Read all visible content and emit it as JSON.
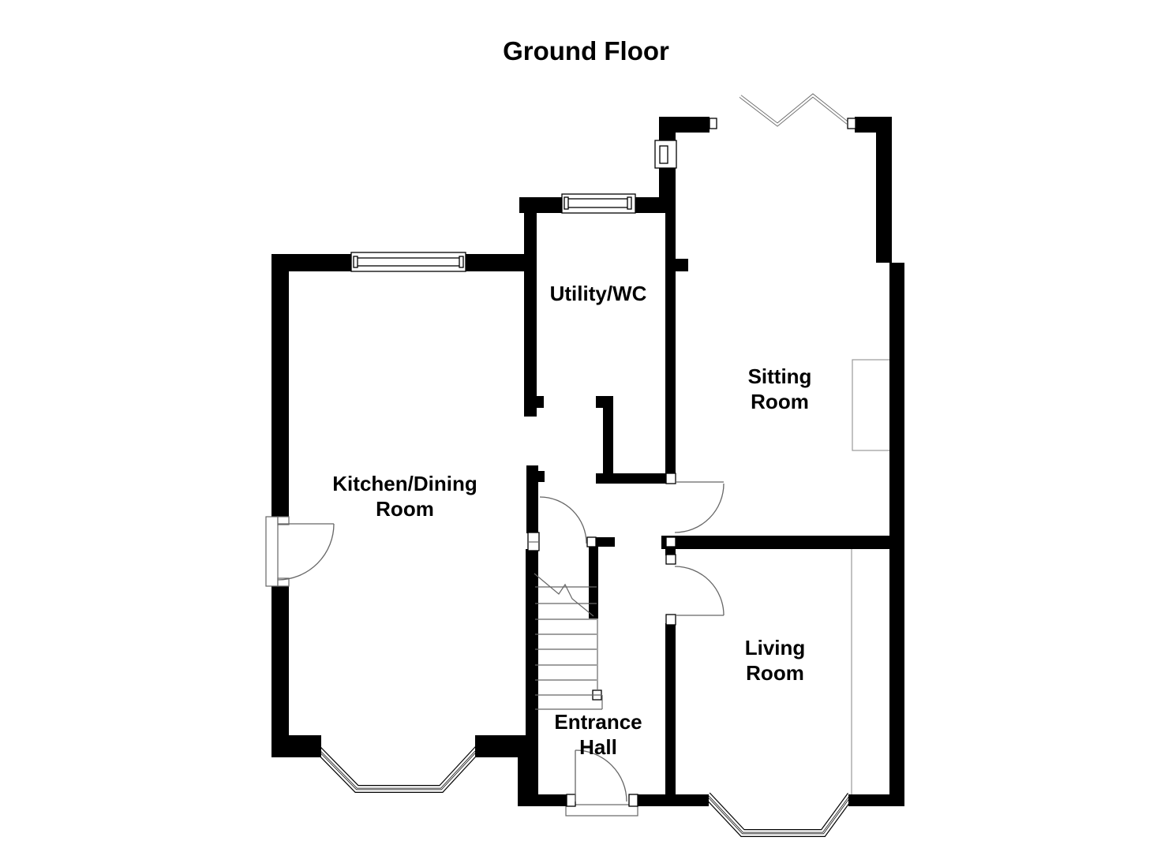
{
  "title": "Ground Floor",
  "colors": {
    "wall": "#000000",
    "background": "#ffffff",
    "detail_line": "#666666",
    "light_line": "#999999",
    "text": "#000000"
  },
  "rooms": {
    "kitchen_dining": {
      "label": "Kitchen/Dining\nRoom"
    },
    "utility_wc": {
      "label": "Utility/WC"
    },
    "sitting_room": {
      "label": "Sitting\nRoom"
    },
    "living_room": {
      "label": "Living\nRoom"
    },
    "entrance_hall": {
      "label": "Entrance\nHall"
    }
  },
  "features": {
    "stairs": "staircase with break line",
    "front_door": "entrance door with threshold step",
    "bay_windows": [
      "kitchen bottom canted bay window",
      "living room bottom canted bay window"
    ],
    "windows": [
      "kitchen top window",
      "utility top window",
      "sitting room side window"
    ],
    "doors": [
      "kitchen side door",
      "hall to utility corridor door",
      "hall to sitting room door",
      "hall to living room door"
    ],
    "open_boundary": "zigzag open wall marker at top of sitting room",
    "fireplace": "chimney breast recess in sitting room"
  }
}
